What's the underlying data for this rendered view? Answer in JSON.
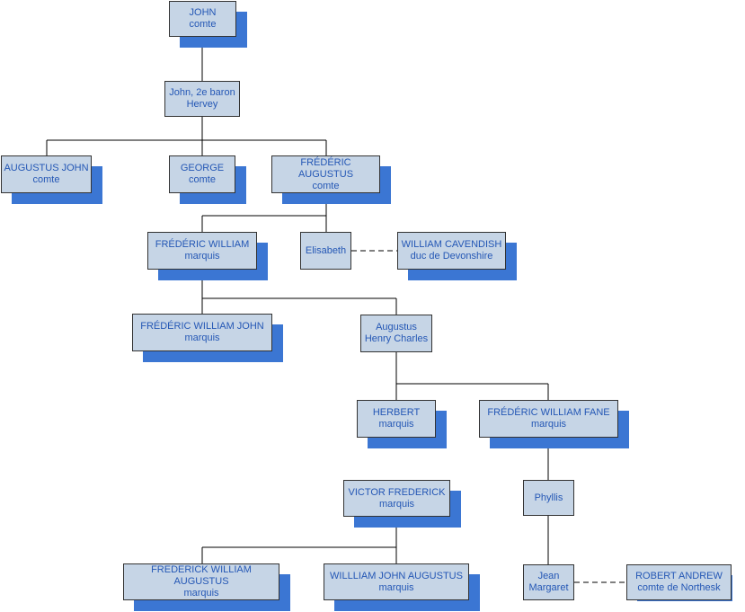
{
  "nodes": {
    "john": {
      "name": "JOHN",
      "title": "comte"
    },
    "john2": {
      "name": "John, 2e baron",
      "title": "Hervey"
    },
    "augustus_john": {
      "name": "AUGUSTUS JOHN",
      "title": "comte"
    },
    "george": {
      "name": "GEORGE",
      "title": "comte"
    },
    "frederic_augustus": {
      "name": "FRÉDÉRIC AUGUSTUS",
      "title": "comte"
    },
    "frederic_william": {
      "name": "FRÉDÉRIC WILLIAM",
      "title": "marquis"
    },
    "elisabeth": {
      "name": "Elisabeth",
      "title": ""
    },
    "william_cavendish": {
      "name": "WILLIAM CAVENDISH",
      "title": "duc de Devonshire"
    },
    "frederic_william_john": {
      "name": "FRÉDÉRIC WILLIAM JOHN",
      "title": "marquis"
    },
    "augustus_henry_charles": {
      "name": "Augustus",
      "title": "Henry Charles"
    },
    "herbert": {
      "name": "HERBERT",
      "title": "marquis"
    },
    "frederic_william_fane": {
      "name": "FRÉDÉRIC WILLIAM FANE",
      "title": "marquis"
    },
    "victor_frederick": {
      "name": "VICTOR FREDERICK",
      "title": "marquis"
    },
    "phyllis": {
      "name": "Phyllis",
      "title": ""
    },
    "frederick_william_augustus": {
      "name": "FREDERICK WILLIAM AUGUSTUS",
      "title": "marquis"
    },
    "william_john_augustus": {
      "name": "WILLLIAM JOHN AUGUSTUS",
      "title": "marquis"
    },
    "jean_margaret": {
      "name": "Jean",
      "title": "Margaret"
    },
    "robert_andrew": {
      "name": "ROBERT ANDREW",
      "title": "comte de Northesk"
    }
  },
  "colors": {
    "box_fill": "#c6d5e6",
    "shadow": "#3b76d3",
    "text": "#2457b5",
    "line": "#000000"
  }
}
